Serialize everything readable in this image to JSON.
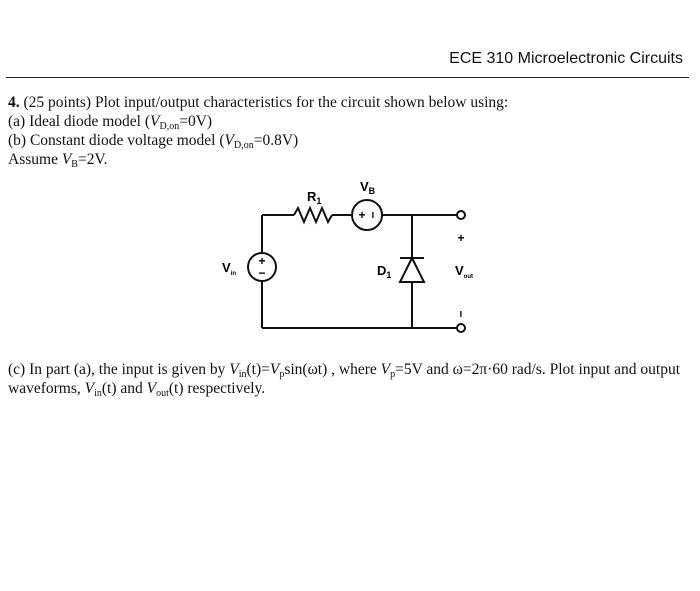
{
  "header": {
    "course_title": "ECE 310 Microelectronic Circuits"
  },
  "problem": {
    "number": "4.",
    "intro": "(25 points) Plot input/output characteristics for the circuit shown below using:",
    "part_a": {
      "prefix": "(a) Ideal diode model (",
      "var": "V",
      "sub": "D,on",
      "suffix": "=0V)"
    },
    "part_b": {
      "prefix": "(b) Constant diode voltage model (",
      "var": "V",
      "sub": "D,on",
      "suffix": "=0.8V)"
    },
    "assume": {
      "prefix": "Assume ",
      "var": "V",
      "sub": "B",
      "suffix": "=2V."
    }
  },
  "circuit": {
    "r1_label": "R",
    "r1_sub": "1",
    "vb_label": "V",
    "vb_sub": "B",
    "vin_label": "V",
    "vin_sub": "in",
    "d1_label": "D",
    "d1_sub": "1",
    "vout_label": "V",
    "vout_sub": "out",
    "plus_sign": "+",
    "minus_sign": "−"
  },
  "part_c": {
    "t1": "(c) In part (a), the input is given by ",
    "v1": "V",
    "s1": "in",
    "t2": "(t)=",
    "v2": "V",
    "s2": "p",
    "t3": "sin(ωt) , where ",
    "v3": "V",
    "s3": "p",
    "t4": "=5V and ω=2π·60 rad/s. Plot input and output waveforms, ",
    "v4": "V",
    "s4": "in",
    "t5": "(t) and ",
    "v5": "V",
    "s5": "out",
    "t6": "(t) respectively."
  }
}
